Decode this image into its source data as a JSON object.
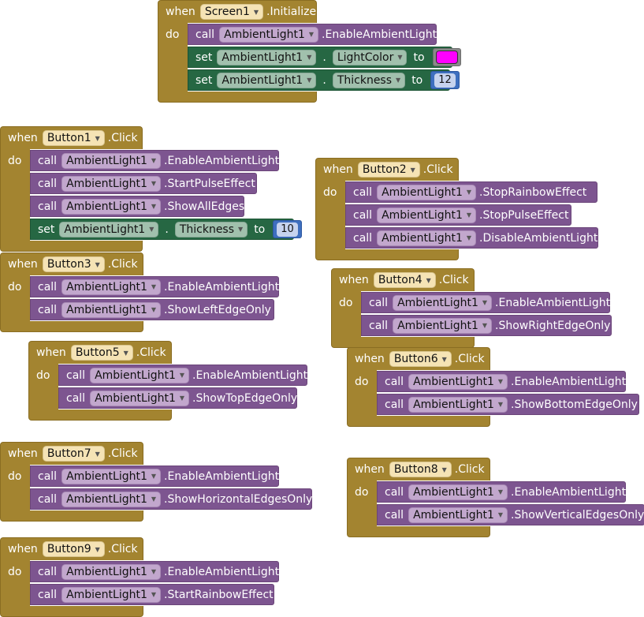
{
  "labels": {
    "when": "when",
    "do": "do",
    "call": "call",
    "set": "set",
    "to": "to",
    "dot": "."
  },
  "colors": {
    "event": "#a38430",
    "call": "#7d5590",
    "set": "#266743",
    "number": "#3e6fbf",
    "light_color": "#ff00ff"
  },
  "screen1": {
    "component": "Screen1",
    "event": ".Initialize",
    "rows": [
      {
        "type": "call",
        "component": "AmbientLight1",
        "method": ".EnableAmbientLight"
      },
      {
        "type": "set",
        "component": "AmbientLight1",
        "property": "LightColor",
        "value_kind": "color"
      },
      {
        "type": "set",
        "component": "AmbientLight1",
        "property": "Thickness",
        "value": "12"
      }
    ]
  },
  "button1": {
    "component": "Button1",
    "event": ".Click",
    "rows": [
      {
        "type": "call",
        "component": "AmbientLight1",
        "method": ".EnableAmbientLight"
      },
      {
        "type": "call",
        "component": "AmbientLight1",
        "method": ".StartPulseEffect"
      },
      {
        "type": "call",
        "component": "AmbientLight1",
        "method": ".ShowAllEdges"
      },
      {
        "type": "set",
        "component": "AmbientLight1",
        "property": "Thickness",
        "value": "10"
      }
    ]
  },
  "button2": {
    "component": "Button2",
    "event": ".Click",
    "rows": [
      {
        "type": "call",
        "component": "AmbientLight1",
        "method": ".StopRainbowEffect"
      },
      {
        "type": "call",
        "component": "AmbientLight1",
        "method": ".StopPulseEffect"
      },
      {
        "type": "call",
        "component": "AmbientLight1",
        "method": ".DisableAmbientLight"
      }
    ]
  },
  "button3": {
    "component": "Button3",
    "event": ".Click",
    "rows": [
      {
        "type": "call",
        "component": "AmbientLight1",
        "method": ".EnableAmbientLight"
      },
      {
        "type": "call",
        "component": "AmbientLight1",
        "method": ".ShowLeftEdgeOnly"
      }
    ]
  },
  "button4": {
    "component": "Button4",
    "event": ".Click",
    "rows": [
      {
        "type": "call",
        "component": "AmbientLight1",
        "method": ".EnableAmbientLight"
      },
      {
        "type": "call",
        "component": "AmbientLight1",
        "method": ".ShowRightEdgeOnly"
      }
    ]
  },
  "button5": {
    "component": "Button5",
    "event": ".Click",
    "rows": [
      {
        "type": "call",
        "component": "AmbientLight1",
        "method": ".EnableAmbientLight"
      },
      {
        "type": "call",
        "component": "AmbientLight1",
        "method": ".ShowTopEdgeOnly"
      }
    ]
  },
  "button6": {
    "component": "Button6",
    "event": ".Click",
    "rows": [
      {
        "type": "call",
        "component": "AmbientLight1",
        "method": ".EnableAmbientLight"
      },
      {
        "type": "call",
        "component": "AmbientLight1",
        "method": ".ShowBottomEdgeOnly"
      }
    ]
  },
  "button7": {
    "component": "Button7",
    "event": ".Click",
    "rows": [
      {
        "type": "call",
        "component": "AmbientLight1",
        "method": ".EnableAmbientLight"
      },
      {
        "type": "call",
        "component": "AmbientLight1",
        "method": ".ShowHorizontalEdgesOnly"
      }
    ]
  },
  "button8": {
    "component": "Button8",
    "event": ".Click",
    "rows": [
      {
        "type": "call",
        "component": "AmbientLight1",
        "method": ".EnableAmbientLight"
      },
      {
        "type": "call",
        "component": "AmbientLight1",
        "method": ".ShowVerticalEdgesOnly"
      }
    ]
  },
  "button9": {
    "component": "Button9",
    "event": ".Click",
    "rows": [
      {
        "type": "call",
        "component": "AmbientLight1",
        "method": ".EnableAmbientLight"
      },
      {
        "type": "call",
        "component": "AmbientLight1",
        "method": ".StartRainbowEffect"
      }
    ]
  }
}
